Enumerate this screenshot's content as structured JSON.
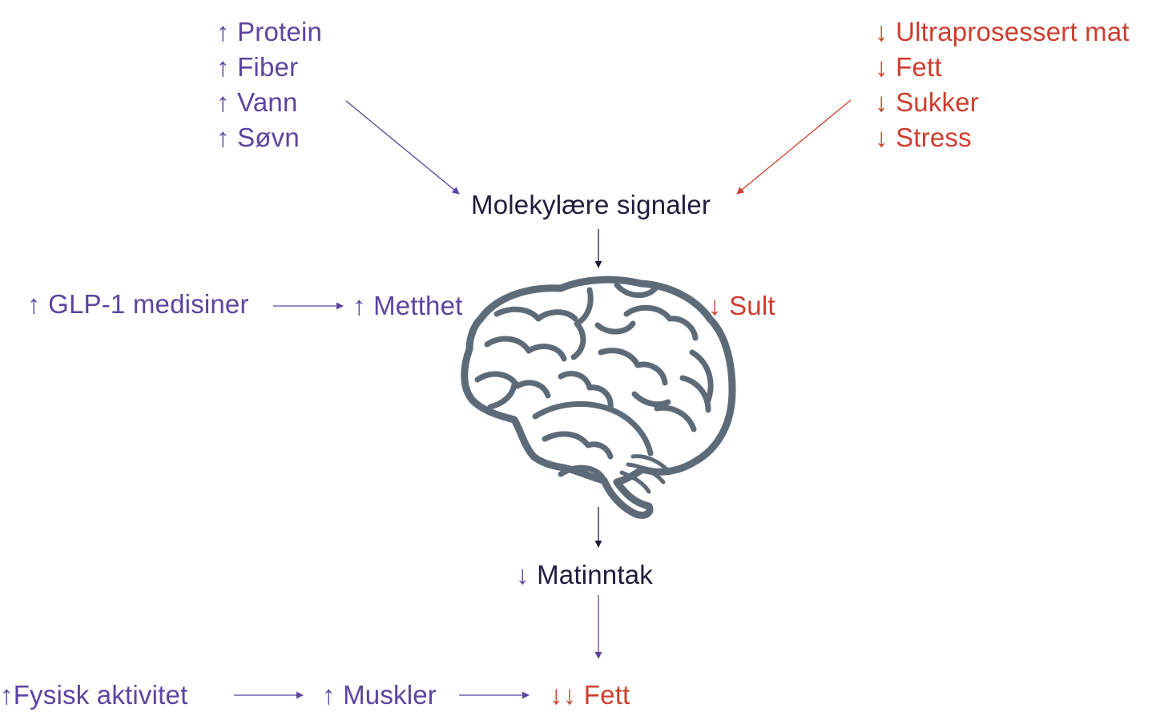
{
  "colors": {
    "positive": "#5b45a0",
    "negative": "#cf3d2e",
    "neutral": "#1f1d3d",
    "brain_outline": "#5d6b79"
  },
  "icons": {
    "brain": "brain-icon",
    "up": "arrow-up-icon",
    "down": "arrow-down-icon",
    "flow": "flow-arrow-icon"
  },
  "top_left": {
    "items": [
      {
        "label": "Protein",
        "dir": "up"
      },
      {
        "label": "Fiber",
        "dir": "up"
      },
      {
        "label": "Vann",
        "dir": "up"
      },
      {
        "label": "Søvn",
        "dir": "up"
      }
    ]
  },
  "top_right": {
    "items": [
      {
        "label": "Ultraprosessert mat",
        "dir": "down"
      },
      {
        "label": "Fett",
        "dir": "down"
      },
      {
        "label": "Sukker",
        "dir": "down"
      },
      {
        "label": "Stress",
        "dir": "down"
      }
    ]
  },
  "center": {
    "signals": "Molekylære signaler",
    "intake": "Matinntak"
  },
  "middle": {
    "glp1": "GLP-1 medisiner",
    "satiety": "Metthet",
    "hunger": "Sult"
  },
  "bottom": {
    "activity": "Fysisk aktivitet",
    "muscles": "Muskler",
    "fat": "Fett"
  }
}
